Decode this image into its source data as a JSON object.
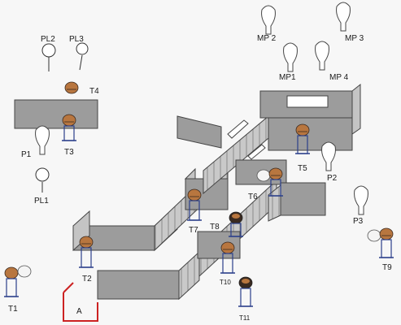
{
  "diagram": {
    "labels": {
      "pl2": "PL2",
      "pl3": "PL3",
      "mp2": "MP 2",
      "mp3": "MP 3",
      "mp1": "MP1",
      "mp4": "MP 4",
      "t4": "T4",
      "p1": "P1",
      "t3": "T3",
      "pl1": "PL1",
      "t5": "T5",
      "p2": "P2",
      "t6": "T6",
      "t7": "T7",
      "t8": "T8",
      "p3": "P3",
      "t9": "T9",
      "t2": "T2",
      "t10": "T10",
      "t1": "T1",
      "a": "A",
      "t11": "T11"
    },
    "colors": {
      "wall_top": "#9a9a9a",
      "wall_side": "#c4c4c4",
      "wall_edge": "#444444",
      "entrance": "#cc2222",
      "helmet": "#b8763f",
      "helmet_dark": "#3a2a20",
      "helmet_white": "#f4f4f4",
      "stand": "#2b3f8a"
    }
  }
}
